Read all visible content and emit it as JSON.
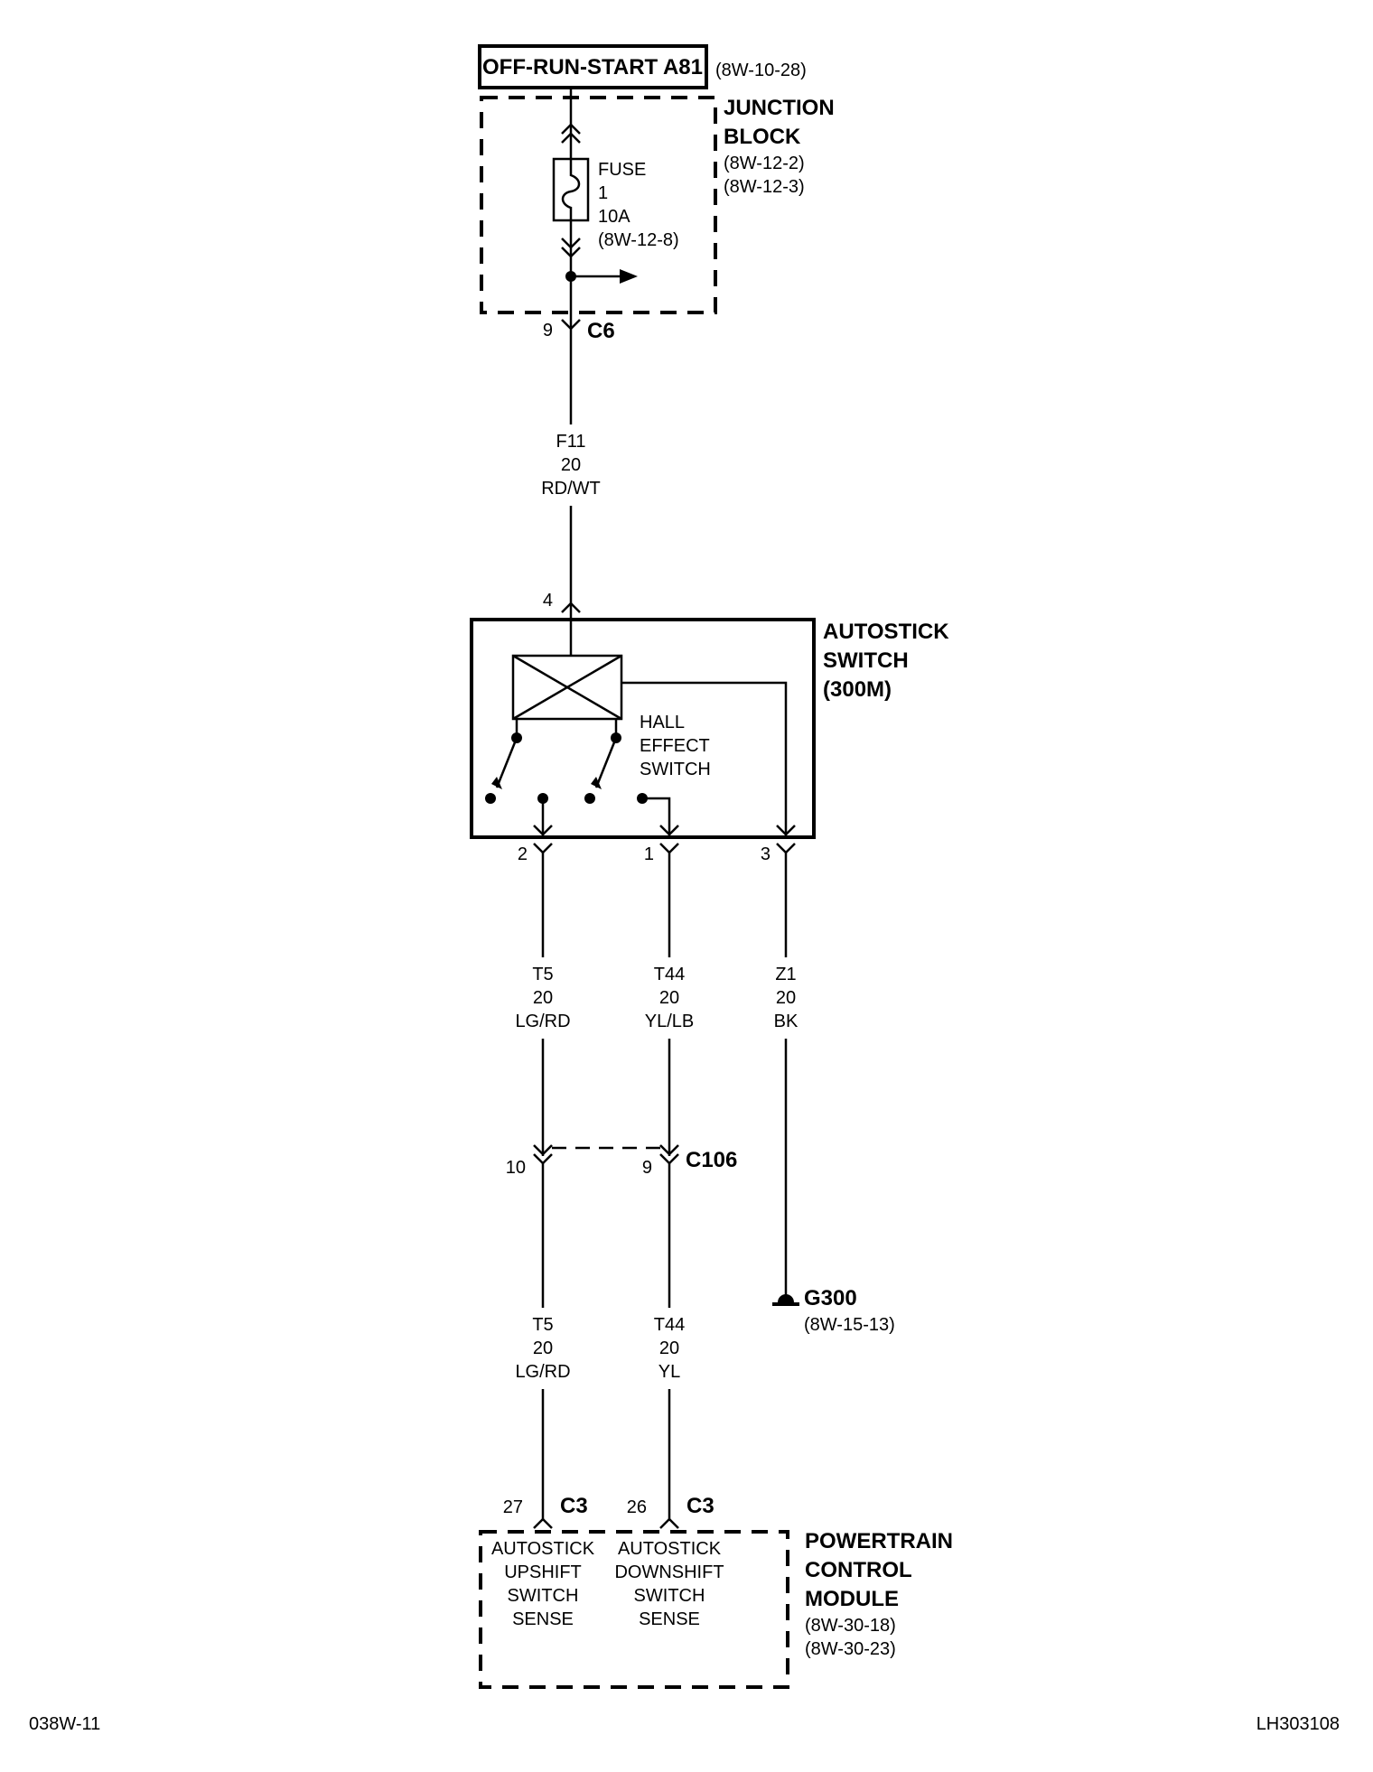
{
  "power_source": {
    "label": "OFF-RUN-START A81",
    "ref": "(8W-10-28)"
  },
  "junction_block": {
    "title_1": "JUNCTION",
    "title_2": "BLOCK",
    "ref_1": "(8W-12-2)",
    "ref_2": "(8W-12-3)",
    "fuse": {
      "label": "FUSE",
      "number": "1",
      "rating": "10A",
      "ref": "(8W-12-8)"
    }
  },
  "connector_c6": {
    "pin": "9",
    "name": "C6"
  },
  "wire_f11": {
    "circuit": "F11",
    "gauge": "20",
    "color": "RD/WT"
  },
  "autostick_switch": {
    "title_1": "AUTOSTICK",
    "title_2": "SWITCH",
    "title_3": "(300M)",
    "input_pin": "4",
    "hall_1": "HALL",
    "hall_2": "EFFECT",
    "hall_3": "SWITCH",
    "pins": [
      "2",
      "1",
      "3"
    ]
  },
  "wires_upper": [
    {
      "circuit": "T5",
      "gauge": "20",
      "color": "LG/RD"
    },
    {
      "circuit": "T44",
      "gauge": "20",
      "color": "YL/LB"
    },
    {
      "circuit": "Z1",
      "gauge": "20",
      "color": "BK"
    }
  ],
  "connector_c106": {
    "pin_left": "10",
    "pin_right": "9",
    "name": "C106"
  },
  "ground": {
    "name": "G300",
    "ref": "(8W-15-13)"
  },
  "wires_lower": [
    {
      "circuit": "T5",
      "gauge": "20",
      "color": "LG/RD"
    },
    {
      "circuit": "T44",
      "gauge": "20",
      "color": "YL"
    }
  ],
  "pcm_connectors": [
    {
      "pin": "27",
      "name": "C3"
    },
    {
      "pin": "26",
      "name": "C3"
    }
  ],
  "pcm": {
    "title_1": "POWERTRAIN",
    "title_2": "CONTROL",
    "title_3": "MODULE",
    "ref_1": "(8W-30-18)",
    "ref_2": "(8W-30-23)",
    "input_1": [
      "AUTOSTICK",
      "UPSHIFT",
      "SWITCH",
      "SENSE"
    ],
    "input_2": [
      "AUTOSTICK",
      "DOWNSHIFT",
      "SWITCH",
      "SENSE"
    ]
  },
  "footer": {
    "left": "038W-11",
    "right": "LH303108"
  }
}
